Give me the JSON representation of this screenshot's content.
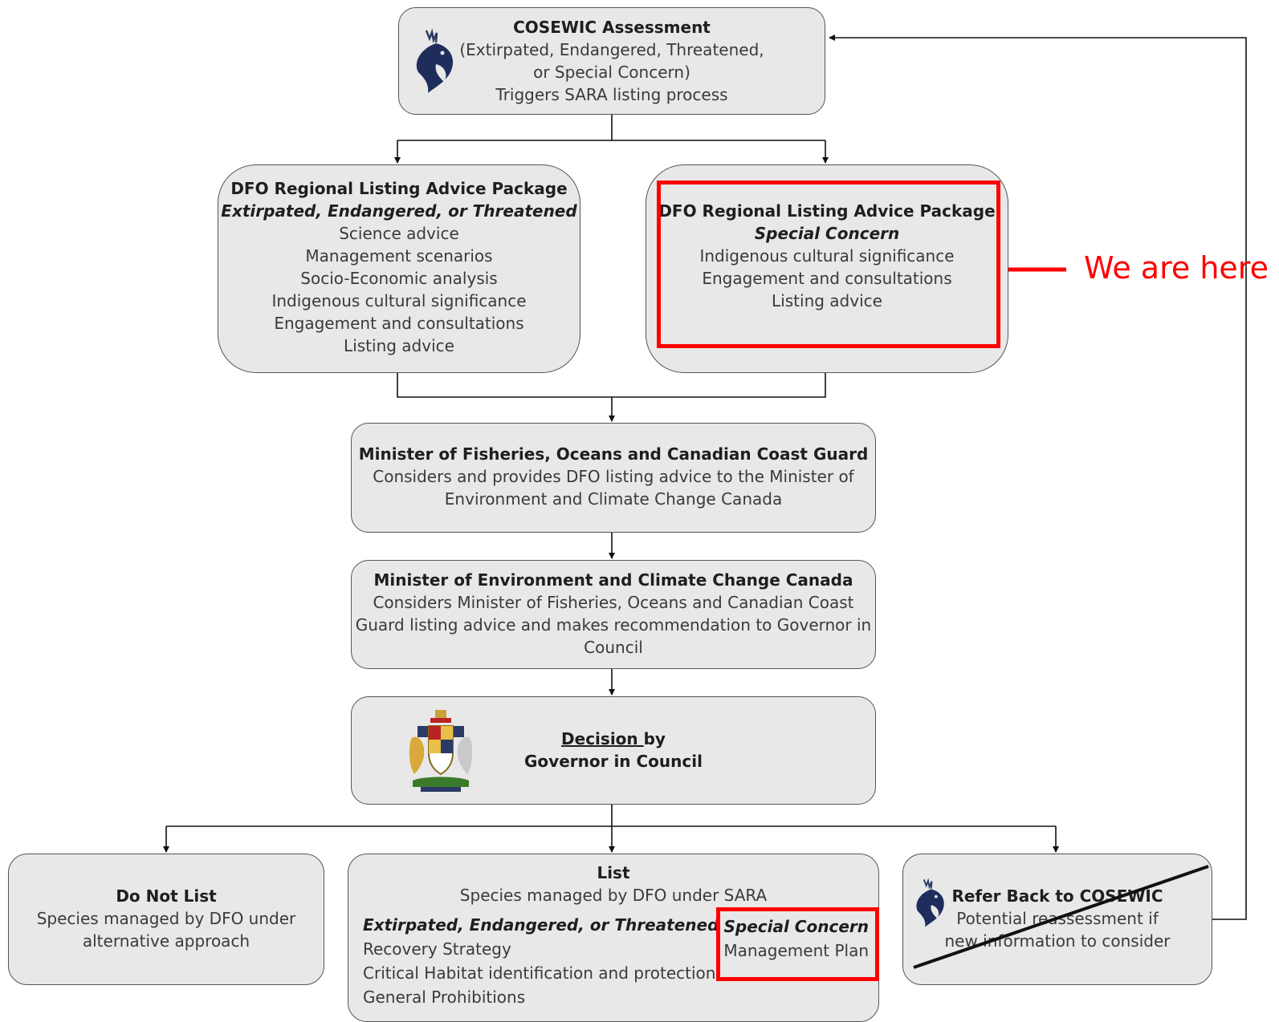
{
  "assessment": {
    "title": "COSEWIC Assessment",
    "lines": [
      "(Extirpated, Endangered, Threatened,",
      "or Special Concern)",
      "Triggers SARA listing process"
    ]
  },
  "dfo_left": {
    "title": "DFO Regional Listing Advice Package",
    "subtitle": "Extirpated, Endangered, or Threatened",
    "lines": [
      "Science advice",
      "Management scenarios",
      "Socio-Economic analysis",
      "Indigenous cultural significance",
      "Engagement and consultations",
      "Listing advice"
    ]
  },
  "dfo_right": {
    "title": "DFO Regional Listing Advice Package",
    "subtitle": "Special Concern",
    "lines": [
      "Indigenous cultural significance",
      "Engagement and consultations",
      "Listing advice"
    ]
  },
  "pointer": {
    "label": "We are here",
    "color": "#ff0000"
  },
  "minister_dfo": {
    "title": "Minister of Fisheries, Oceans and Canadian Coast Guard",
    "lines": [
      "Considers and provides DFO listing advice to the Minister of",
      "Environment and Climate Change Canada"
    ]
  },
  "minister_eccc": {
    "title": "Minister of Environment and Climate Change Canada",
    "lines": [
      "Considers Minister of Fisheries, Oceans and Canadian Coast",
      "Guard listing advice and makes recommendation to Governor in",
      "Council"
    ]
  },
  "decision": {
    "title_underlined": "Decision ",
    "title_rest": "by",
    "line2": "Governor in Council"
  },
  "do_not_list": {
    "title": "Do Not List",
    "lines": [
      "Species managed by DFO under",
      "alternative approach"
    ]
  },
  "list": {
    "title": "List",
    "subtitle": "Species managed by DFO under SARA",
    "left_heading": "Extirpated, Endangered, or Threatened",
    "left_lines": [
      "Recovery Strategy",
      "Critical Habitat identification and protection",
      "General Prohibitions"
    ],
    "right_heading": "Special Concern",
    "right_lines": [
      "Management Plan"
    ]
  },
  "refer_back": {
    "title": "Refer Back to COSEWIC",
    "lines": [
      "Potential reassessment if",
      "new information to consider"
    ]
  },
  "colors": {
    "box_fill": "#e8e8e8",
    "box_border": "#555555",
    "highlight": "#ff0000"
  }
}
